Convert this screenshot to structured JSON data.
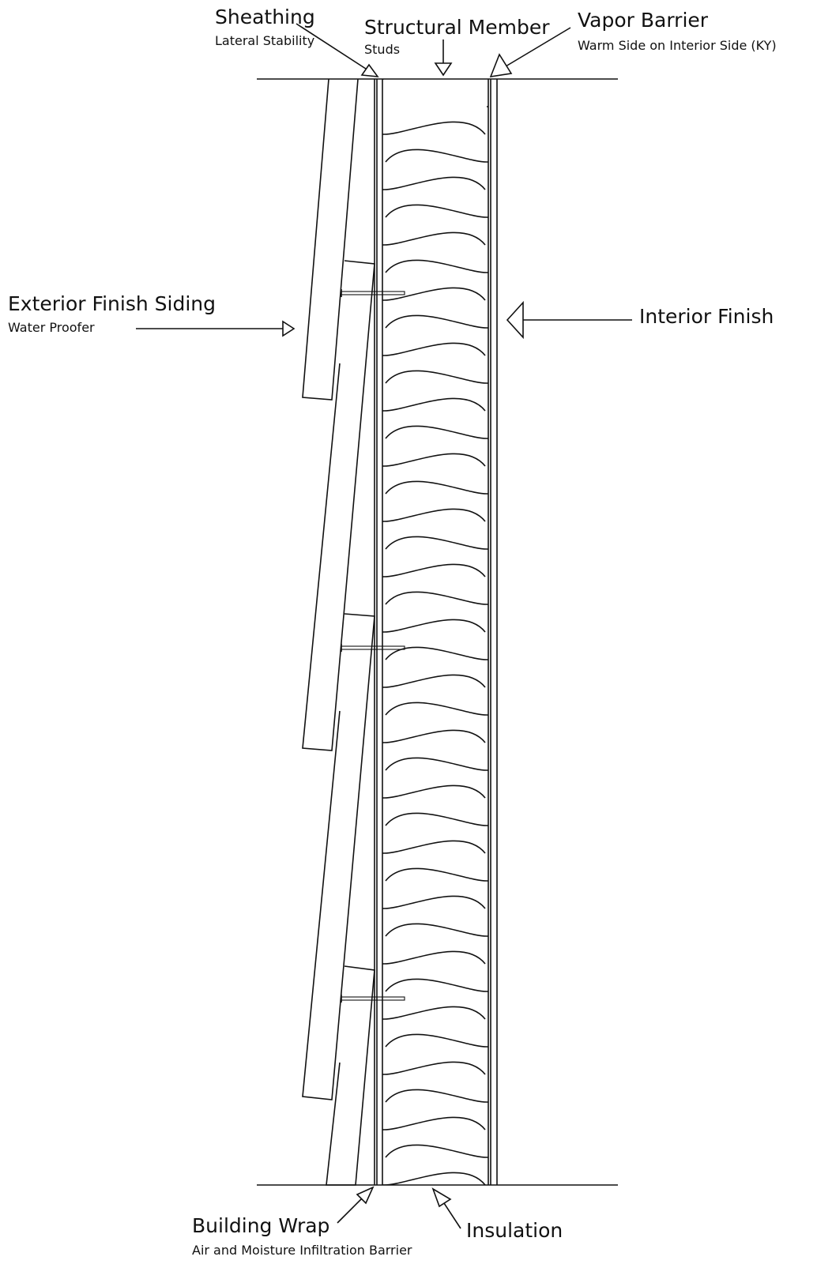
{
  "labels": {
    "sheathing": {
      "title": "Sheathing",
      "subtitle": "Lateral Stability"
    },
    "structural_member": {
      "title": "Structural Member",
      "subtitle": "Studs"
    },
    "vapor_barrier": {
      "title": "Vapor Barrier",
      "subtitle": "Warm Side on Interior Side (KY)"
    },
    "exterior_finish": {
      "title": "Exterior Finish Siding",
      "subtitle": "Water Proofer"
    },
    "interior_finish": {
      "title": "Interior Finish"
    },
    "building_wrap": {
      "title": "Building Wrap",
      "subtitle": "Air and Moisture Infiltration Barrier"
    },
    "insulation": {
      "title": "Insulation"
    }
  },
  "colors": {
    "line": "#111111",
    "background": "#ffffff"
  }
}
